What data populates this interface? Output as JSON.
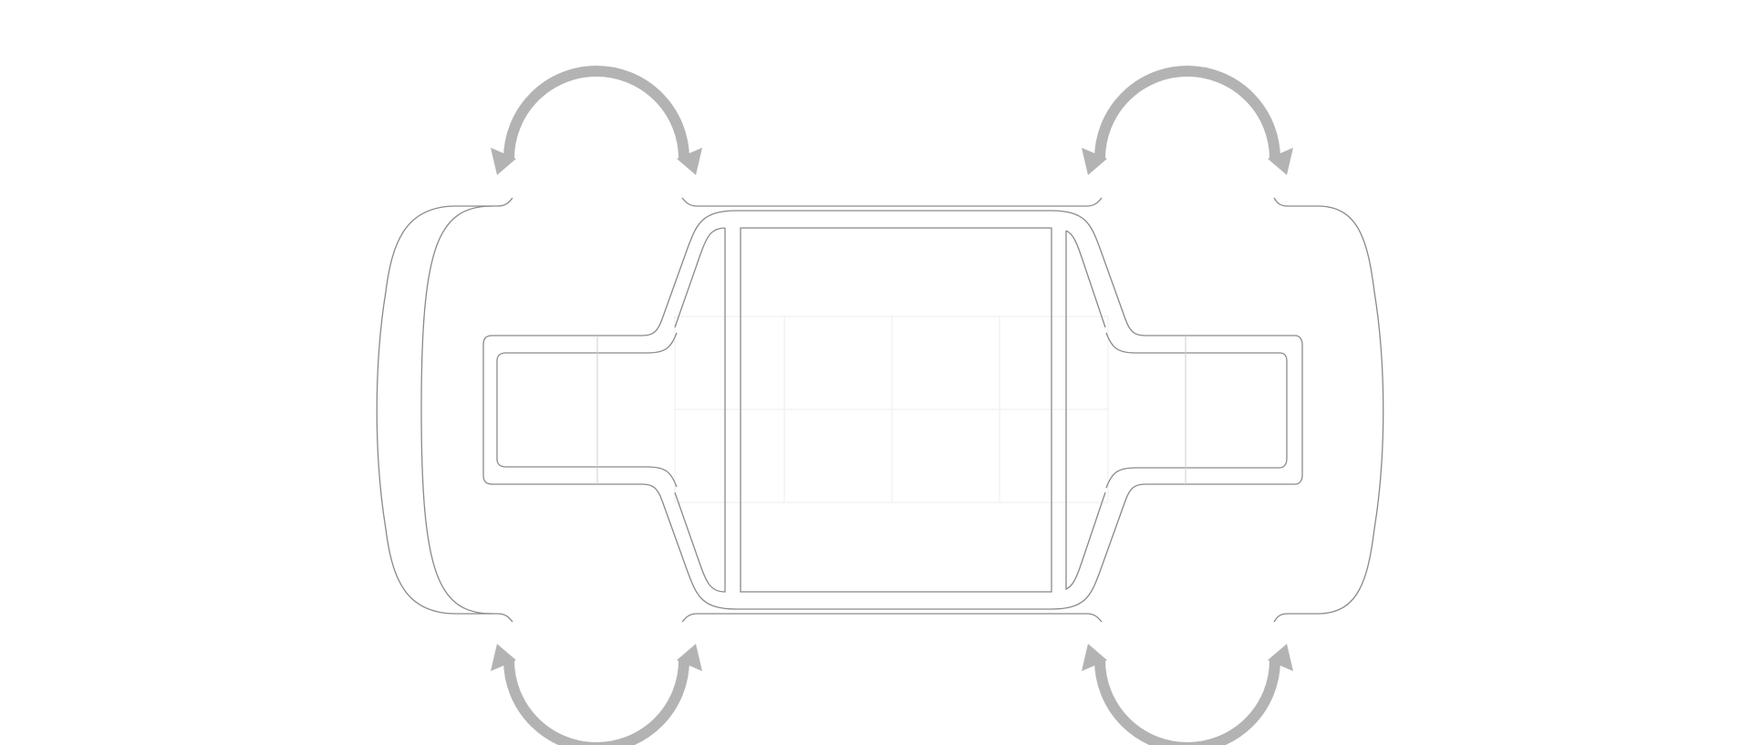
{
  "diagram": {
    "subject": "vehicle-top-view-with-rotation-arrows",
    "colors": {
      "outline": "#8a8a8a",
      "arrow": "#b3b3b3",
      "grid": "#eeeeee",
      "background": "#ffffff"
    },
    "arrows": [
      {
        "id": "front-left",
        "direction": "up"
      },
      {
        "id": "rear-left",
        "direction": "up"
      },
      {
        "id": "front-right",
        "direction": "down"
      },
      {
        "id": "rear-right",
        "direction": "down"
      }
    ]
  }
}
